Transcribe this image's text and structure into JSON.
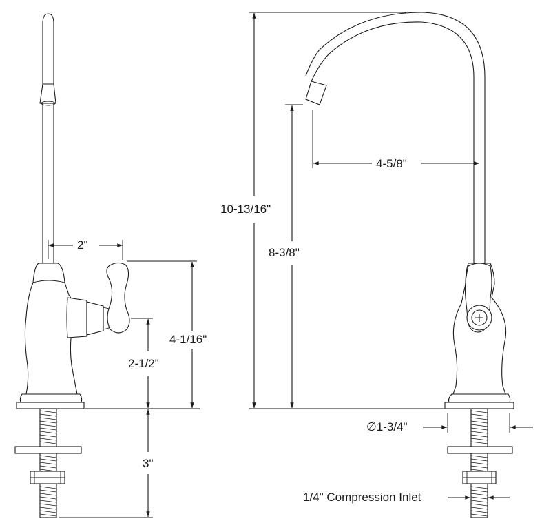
{
  "dimensions": {
    "spout_offset": "2\"",
    "handle_height": "4-1/16\"",
    "side_inlet_height": "2-1/2\"",
    "shank_length": "3\"",
    "overall_height": "10-13/16\"",
    "spout_clearance": "8-3/8\"",
    "spout_reach": "4-5/8\"",
    "base_diameter": "∅1-3/4\"",
    "inlet_label": "1/4\" Compression Inlet"
  },
  "colors": {
    "line": "#1a1a1a",
    "background": "#ffffff"
  }
}
